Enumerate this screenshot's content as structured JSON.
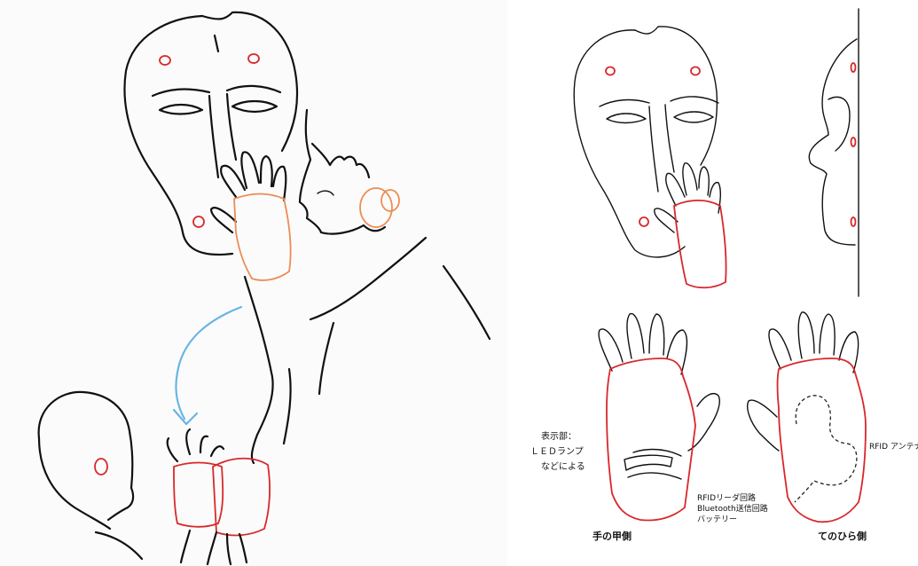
{
  "labels": {
    "display_title": "表示部：",
    "display_line2": "ＬＥＤランプ",
    "display_line3": "などによる",
    "circuit_line1": "RFIDリーダ回路",
    "circuit_line2": "Bluetooth送信回路",
    "circuit_line3": "バッテリー",
    "antenna": "RFID アンテナ",
    "back_side": "手の甲側",
    "palm_side": "てのひら側"
  },
  "colors": {
    "ink": "#111111",
    "sensor_red": "#d8282b",
    "glove_orange": "#ec8d55",
    "arrow_blue": "#69b5e6"
  }
}
